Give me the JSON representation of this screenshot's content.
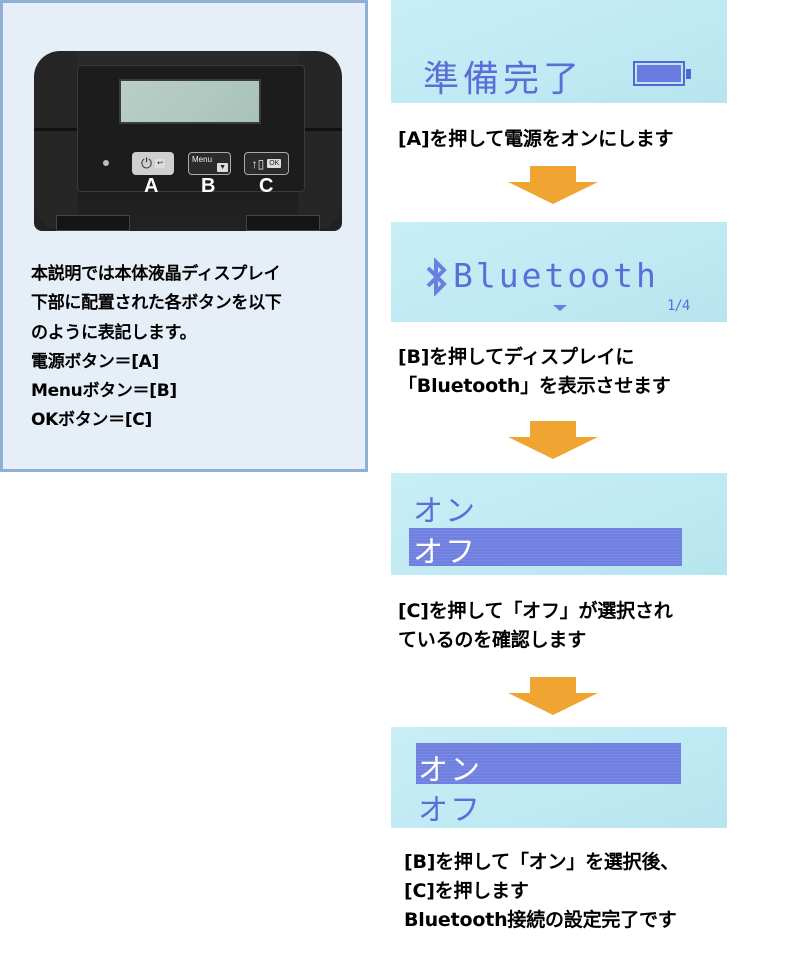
{
  "info_panel": {
    "button_labels": {
      "a": "A",
      "b": "B",
      "c": "C"
    },
    "hardware_buttons": {
      "power_symbol": "⏻",
      "back_symbol": "↩",
      "menu_label": "Menu",
      "menu_symbol": "▼",
      "feed_symbol": "↑🗋",
      "ok_label": "OK"
    },
    "lines": [
      "本説明では本体液晶ディスプレイ",
      "下部に配置された各ボタンを以下",
      "のように表記します。",
      "電源ボタン＝[A]",
      "Menuボタン＝[B]",
      "OKボタン＝[C]"
    ]
  },
  "steps": [
    {
      "lcd": {
        "text": "準備完了",
        "battery_icon": "battery-full"
      },
      "caption": [
        "[A]を押して電源をオンにします"
      ]
    },
    {
      "lcd": {
        "icon": "bluetooth",
        "text": "Bluetooth",
        "scroll_indicator": "▼",
        "page": "1/4"
      },
      "caption": [
        "[B]を押してディスプレイに",
        "「Bluetooth」を表示させます"
      ]
    },
    {
      "lcd": {
        "options": [
          "オン",
          "オフ"
        ],
        "selected": "オフ"
      },
      "caption": [
        "[C]を押して「オフ」が選択され",
        "ているのを確認します"
      ]
    },
    {
      "lcd": {
        "options": [
          "オン",
          "オフ"
        ],
        "selected": "オン"
      },
      "caption": [
        "[B]を押して「オン」を選択後、",
        "[C]を押します",
        "Bluetooth接続の設定完了です"
      ]
    }
  ],
  "colors": {
    "panel_bg": "#e6eef7",
    "panel_border": "#8eb0d6",
    "lcd_bg": "#c8eef6",
    "lcd_text": "#5b6ed8",
    "lcd_highlight": "#7283e1",
    "arrow": "#f0a432"
  }
}
